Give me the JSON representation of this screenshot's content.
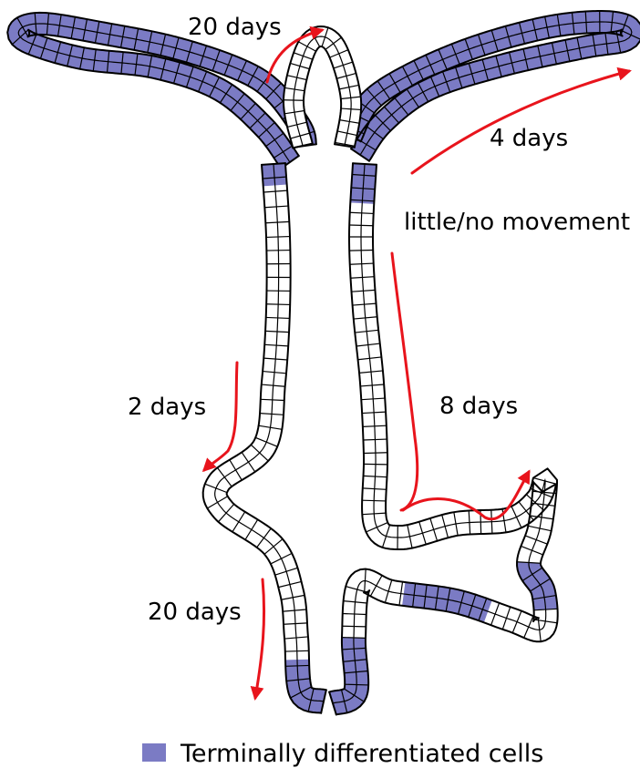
{
  "labels": {
    "top_left_days": "20 days",
    "top_right_days": "4 days",
    "no_movement": "little/no movement",
    "left_mid_days": "2 days",
    "right_mid_days": "8 days",
    "bottom_left_days": "20 days"
  },
  "legend": {
    "text": "Terminally differentiated cells"
  },
  "colors": {
    "differentiated": "#7b7bc4",
    "undifferentiated": "#ffffff",
    "arrow": "#e8141c",
    "outline": "#000000"
  }
}
